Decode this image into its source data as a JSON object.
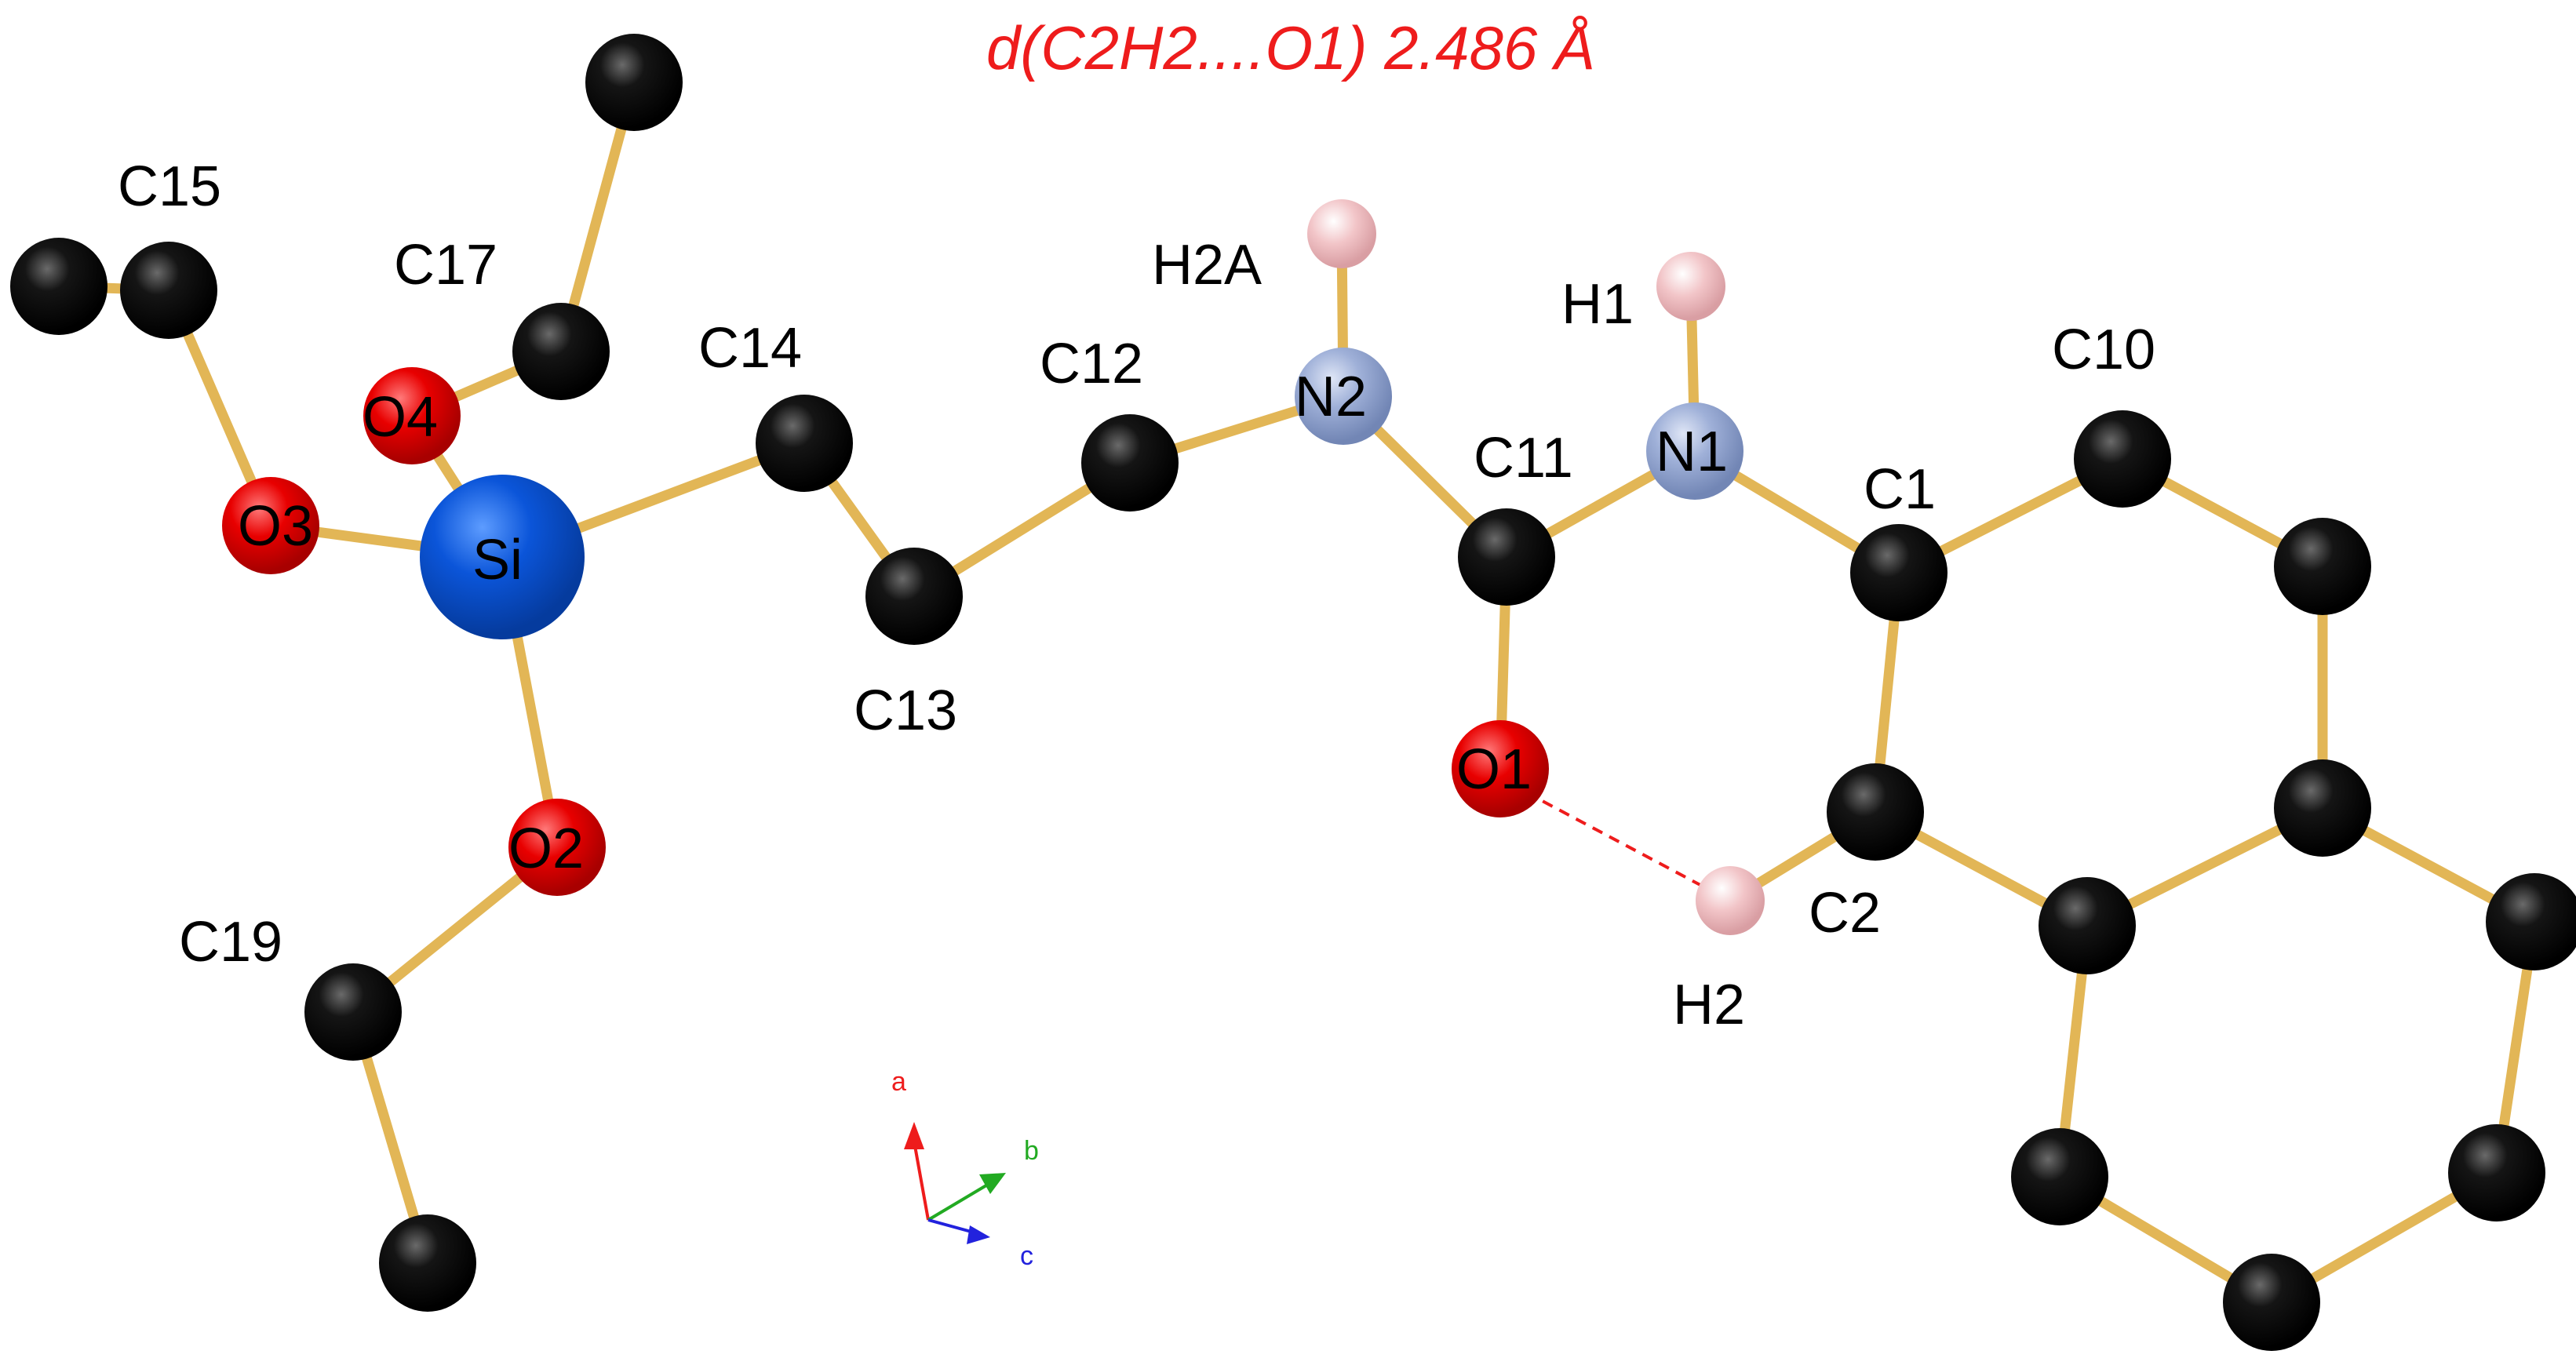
{
  "title": "d(C2H2....O1) 2.486 Å",
  "colors": {
    "background": "#ffffff",
    "bond": "#e2b656",
    "carbon": "#000000",
    "silicon": "#0b55d9",
    "oxygen": "#e80000",
    "nitrogen": "#9fb0d8",
    "hydrogen": "#f2c5c8",
    "label": "#000000",
    "title": "#ee1c1c",
    "contact": "#ee1c1c",
    "axis_a": "#ee1c1c",
    "axis_b": "#22aa22",
    "axis_c": "#2222dd"
  },
  "labels": {
    "C15": "C15",
    "C17": "C17",
    "O4": "O4",
    "O3": "O3",
    "Si": "Si",
    "O2": "O2",
    "C19": "C19",
    "C14": "C14",
    "C13": "C13",
    "C12": "C12",
    "H2A": "H2A",
    "N2": "N2",
    "C11": "C11",
    "O1": "O1",
    "H1": "H1",
    "N1": "N1",
    "C1": "C1",
    "C10": "C10",
    "C2": "C2",
    "H2": "H2"
  },
  "axes": {
    "a": "a",
    "b": "b",
    "c": "c"
  }
}
